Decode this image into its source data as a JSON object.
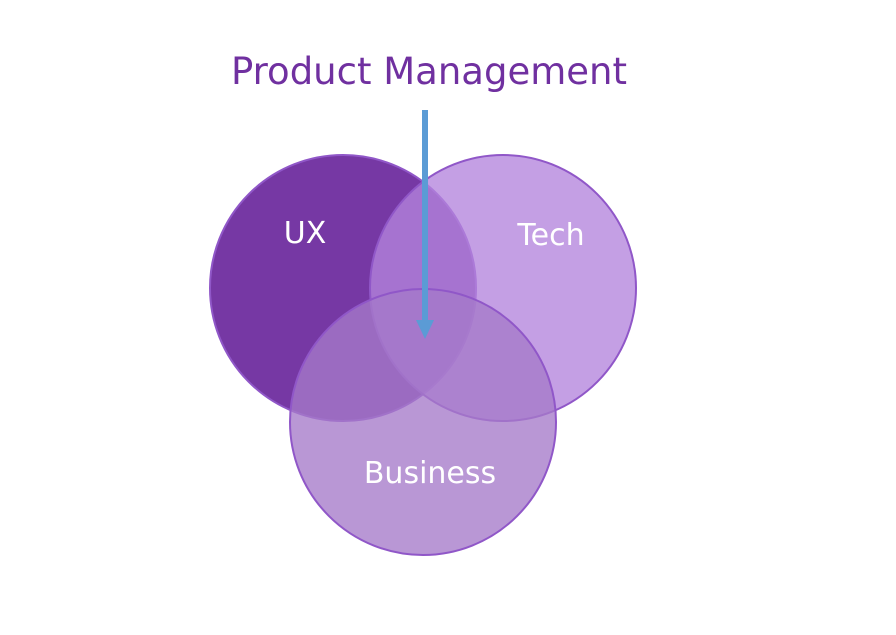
{
  "diagram": {
    "title": "Product Management",
    "circles": {
      "ux": {
        "label": "UX"
      },
      "tech": {
        "label": "Tech"
      },
      "business": {
        "label": "Business"
      }
    }
  },
  "colors": {
    "title": "#7030a0",
    "ux_fill": "#7030a0",
    "tech_fill": "#b384dc",
    "business_fill": "#a57ac9",
    "circle_stroke": "#9057c8",
    "arrow": "#5b9bd5",
    "label_text": "#ffffff"
  }
}
